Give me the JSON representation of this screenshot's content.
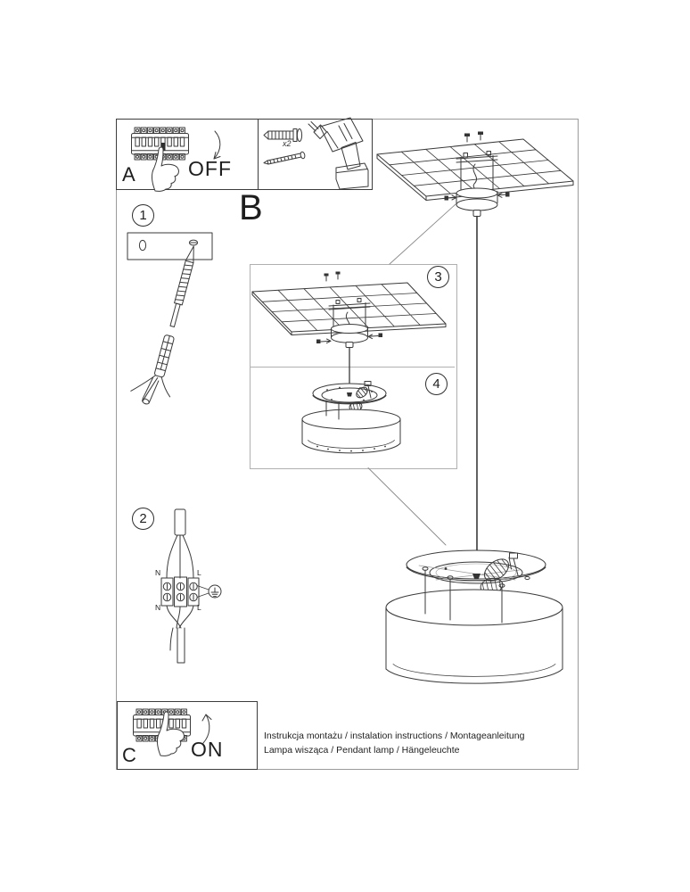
{
  "document": {
    "footer_line1": "Instrukcja montażu / instalation instructions / Montageanleitung",
    "footer_line2": "Lampa wisząca / Pendant lamp / Hängeleuchte"
  },
  "labels": {
    "section_a": "A",
    "section_b": "B",
    "section_c": "C",
    "power_off": "OFF",
    "power_on": "ON",
    "tools_quantity": "x2"
  },
  "steps": {
    "one": "1",
    "two": "2",
    "three": "3",
    "four": "4"
  },
  "wiring": {
    "neutral_top": "N",
    "live_top": "L",
    "neutral_bottom": "N",
    "live_bottom": "L"
  },
  "colors": {
    "line": "#3a3a3a",
    "page_border": "#9b9b9b",
    "inset_border": "#b0b0b0",
    "text": "#1e1e1e",
    "background": "#ffffff"
  }
}
